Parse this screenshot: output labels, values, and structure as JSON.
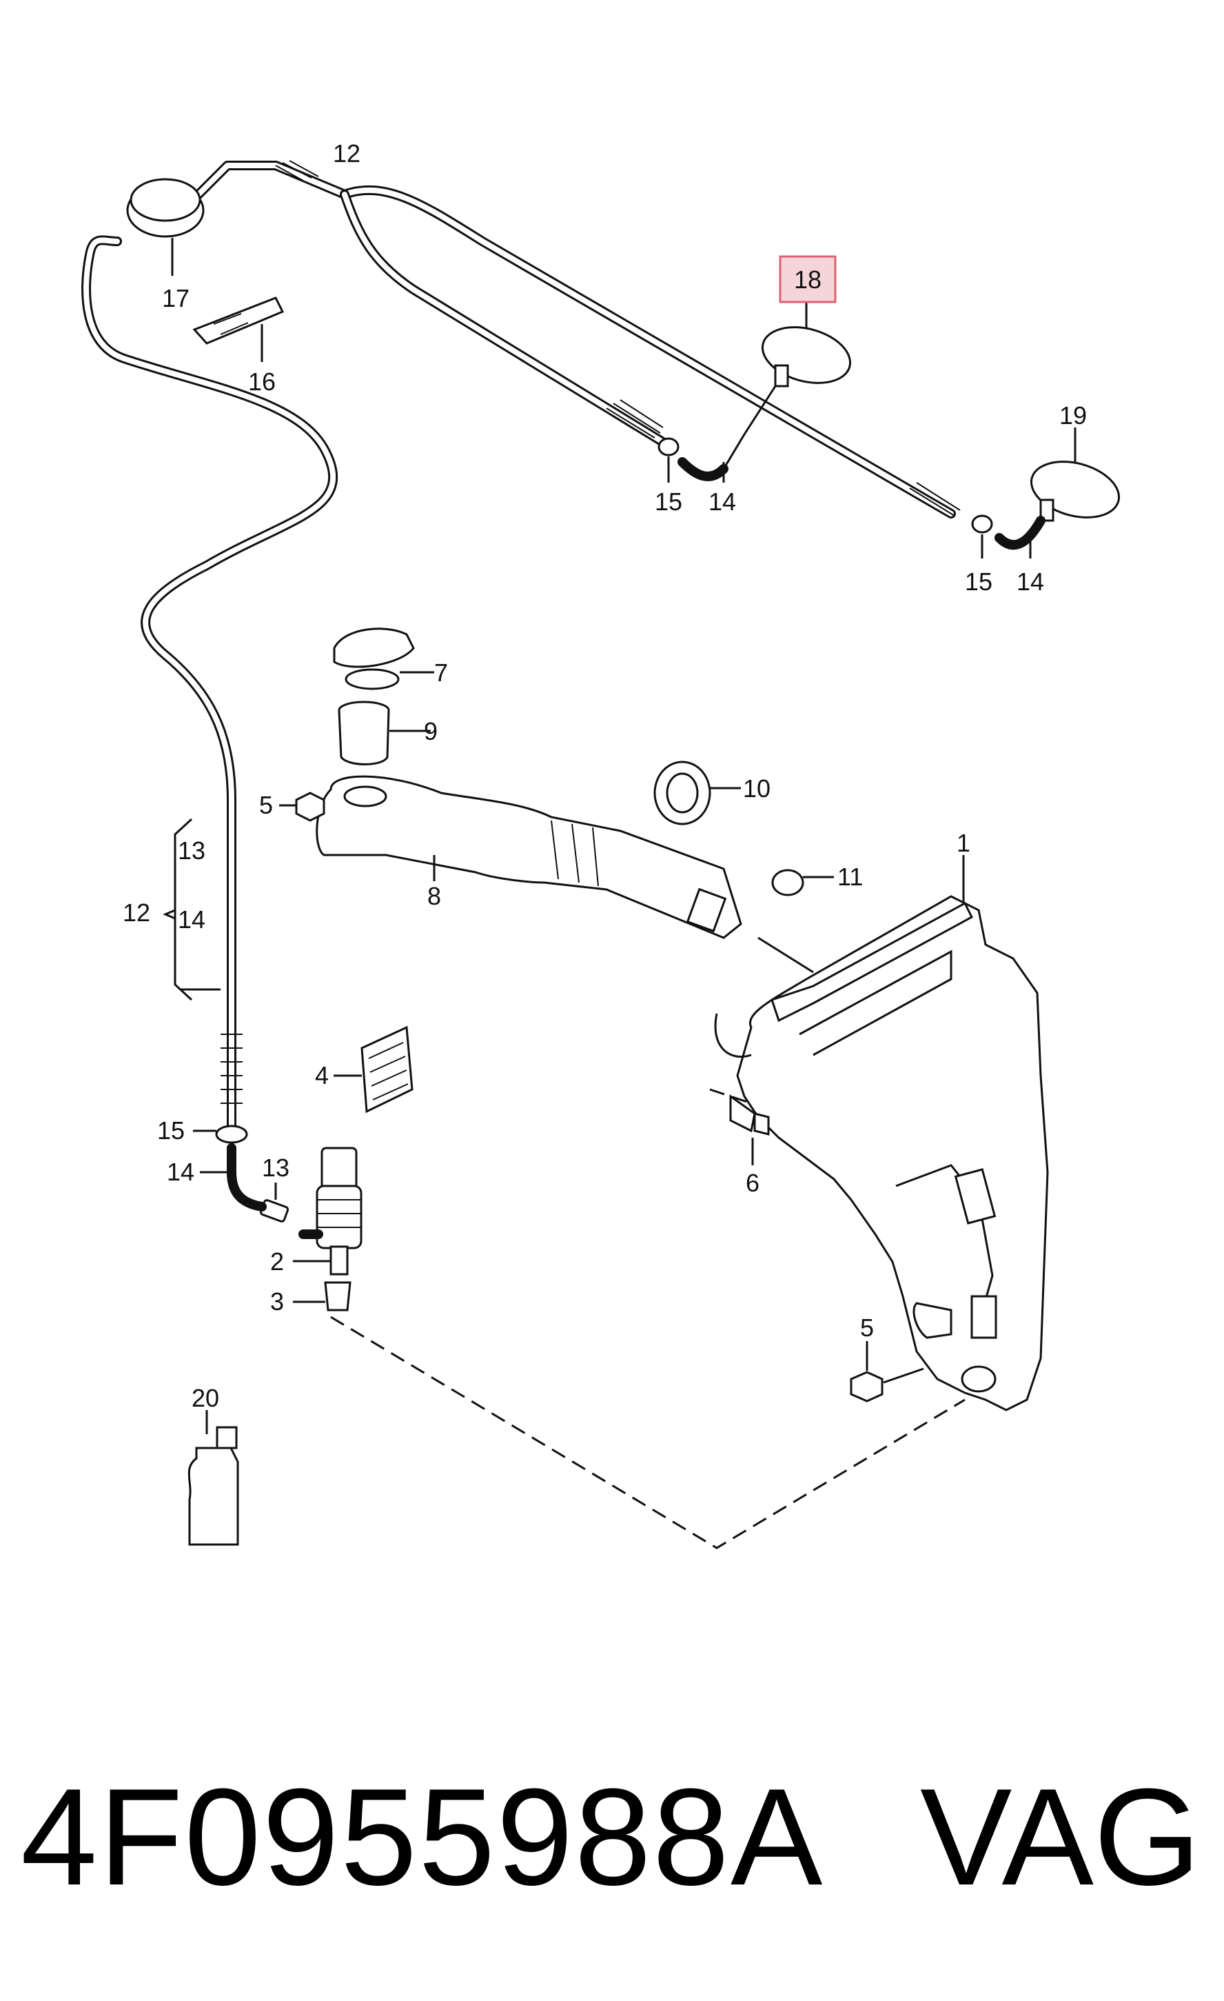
{
  "callouts": {
    "c1": "1",
    "c2": "2",
    "c3": "3",
    "c4": "4",
    "c5a": "5",
    "c5b": "5",
    "c6": "6",
    "c7": "7",
    "c8": "8",
    "c9": "9",
    "c10": "10",
    "c11": "11",
    "c12top": "12",
    "c12side": "12",
    "c13side": "13",
    "c14side": "14",
    "c13pump": "13",
    "c14pump": "14",
    "c15pump": "15",
    "c14mid": "14",
    "c15mid": "15",
    "c14right": "14",
    "c15right": "15",
    "c16": "16",
    "c17": "17",
    "c18": "18",
    "c19": "19",
    "c20": "20"
  },
  "highlight": {
    "callout": "18",
    "color": "#f5d5d8",
    "border": "#e06070"
  },
  "footer": {
    "part_number": "4F0955988A",
    "brand": "VAG"
  }
}
